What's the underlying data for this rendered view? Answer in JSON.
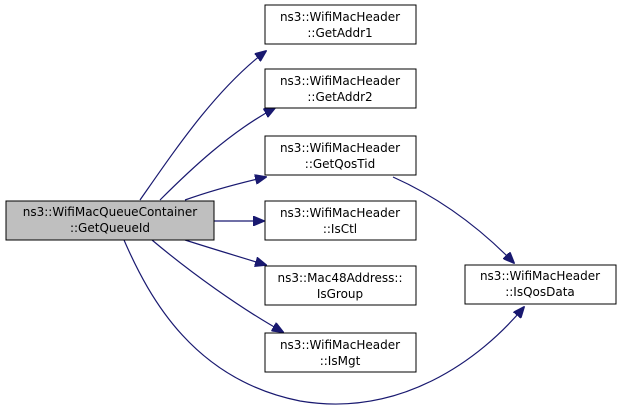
{
  "colors": {
    "edge": "#191970",
    "node_border": "#000000",
    "node_fill": "#ffffff",
    "root_fill": "#bfbfbf"
  },
  "root": {
    "line1": "ns3::WifiMacQueueContainer",
    "line2": "::GetQueueId"
  },
  "callees": [
    {
      "line1": "ns3::WifiMacHeader",
      "line2": "::GetAddr1"
    },
    {
      "line1": "ns3::WifiMacHeader",
      "line2": "::GetAddr2"
    },
    {
      "line1": "ns3::WifiMacHeader",
      "line2": "::GetQosTid"
    },
    {
      "line1": "ns3::WifiMacHeader",
      "line2": "::IsCtl"
    },
    {
      "line1": "ns3::Mac48Address::",
      "line2": "IsGroup"
    },
    {
      "line1": "ns3::WifiMacHeader",
      "line2": "::IsMgt"
    }
  ],
  "leaf": {
    "line1": "ns3::WifiMacHeader",
    "line2": "::IsQosData"
  }
}
